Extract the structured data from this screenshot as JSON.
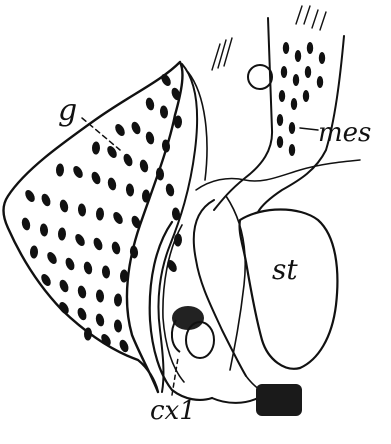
{
  "figure": {
    "labels": {
      "g": "g",
      "mes": "mes",
      "st": "st",
      "cx1": "cx1"
    },
    "ink_color": "#111111",
    "background_color": "#ffffff"
  }
}
